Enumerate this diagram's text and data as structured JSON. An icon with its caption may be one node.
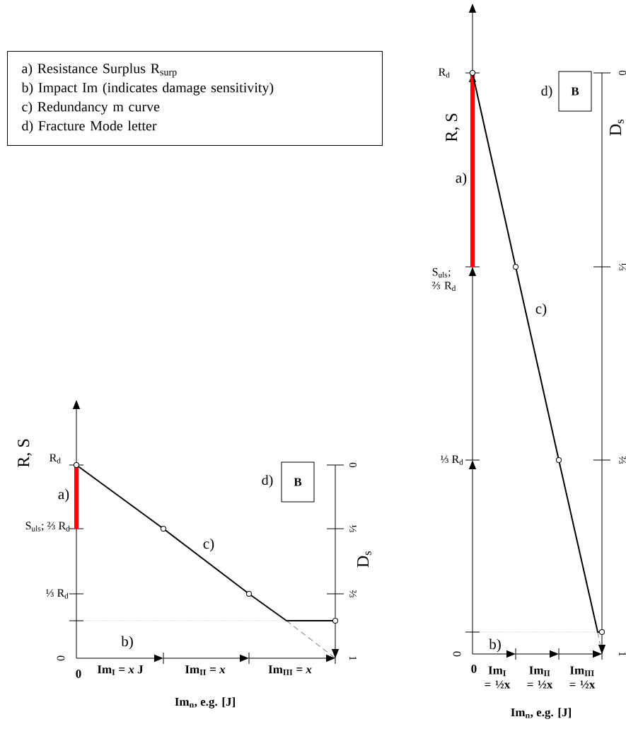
{
  "diagram": {
    "nodes": [
      {
        "text": [
          "a)  Resistance Surplus R$_{surp}$",
          "b)  Impact Im (indicates damage sensitivity)",
          "c)  Redundancy m curve",
          "d)  Fracture Mode letter"
        ]
      },
      {
        "text": [
          "B"
        ],
        "beside": [
          "d)"
        ]
      },
      {
        "text": [
          "B"
        ],
        "beside": [
          "d)"
        ]
      }
    ],
    "labels": [
      "R, S",
      "R$_{d}$",
      "a)",
      "S$_{uls}$; ⅔ R$_{d}$",
      "⅓ R$_{d}$",
      "c)",
      "D$_{s}$",
      "0",
      "⅓",
      "⅔",
      "1",
      "b)",
      "0",
      "0",
      "Im$_{I}$ = *x* J",
      "Im$_{II}$ = *x*",
      "Im$_{III}$ = *x*",
      "Im$_{n}$, e.g. [J]",
      "R$_{d}$",
      "R, S",
      "D$_{s}$",
      "0",
      "a)",
      "S$_{uls}$; ⅔ R$_{d}$",
      "⅓",
      "c)",
      "⅓ R$_{d}$",
      "⅔",
      "b)",
      "0",
      "1",
      "0",
      "Im$_{I}$ = ½x",
      "Im$_{II}$ = ½x",
      "Im$_{III}$ = ½x",
      "Im$_{n}$, e.g. [J]"
    ]
  }
}
